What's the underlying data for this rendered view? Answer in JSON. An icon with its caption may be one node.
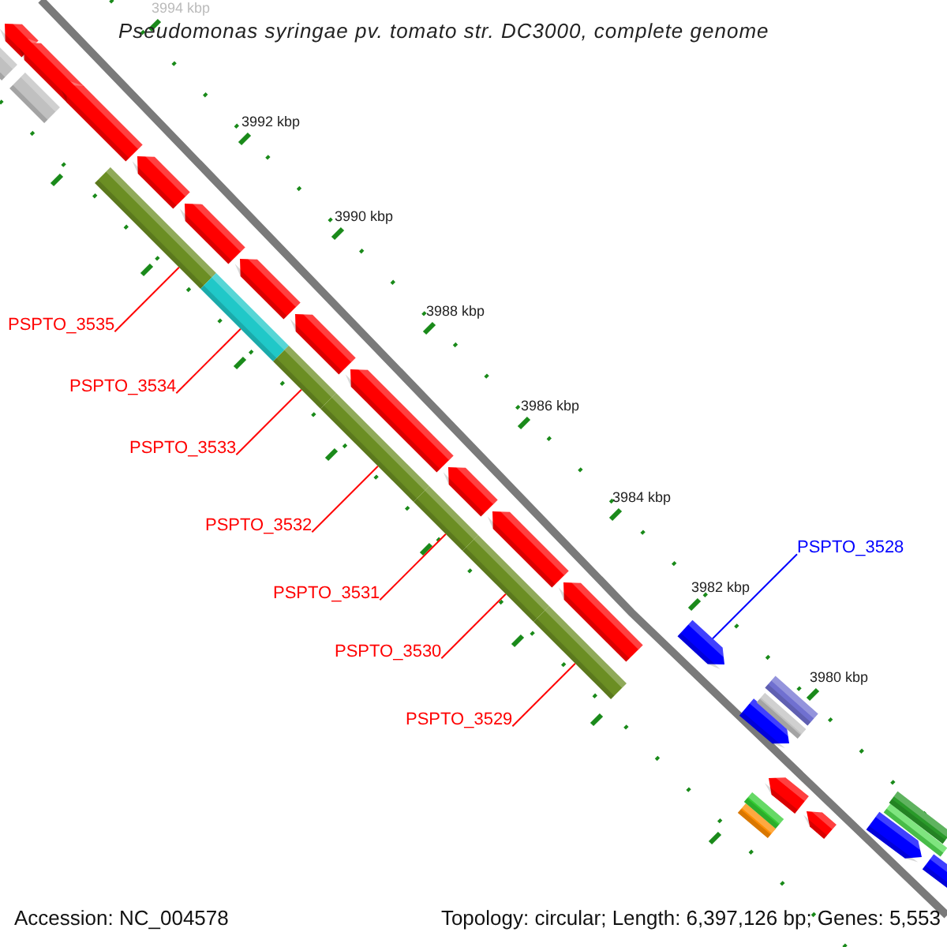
{
  "diagram": {
    "title": "Pseudomonas syringae pv. tomato str. DC3000, complete genome",
    "nodes": [
      {
        "text": [],
        "shape": "bar"
      },
      {
        "text": [],
        "shape": "bar"
      },
      {
        "text": [],
        "shape": "arrow"
      },
      {
        "text": [],
        "shape": "arrow"
      },
      {
        "text": [],
        "shape": "arrow"
      },
      {
        "text": [],
        "shape": "bar"
      },
      {
        "text": [],
        "shape": "arrow"
      },
      {
        "text": [],
        "shape": "arrow"
      },
      {
        "text": [],
        "shape": "bar"
      },
      {
        "text": [],
        "shape": "arrow"
      },
      {
        "text": [],
        "shape": "bar"
      },
      {
        "text": [],
        "shape": "arrow"
      },
      {
        "text": [],
        "shape": "bar"
      },
      {
        "text": [],
        "shape": "arrow"
      },
      {
        "text": [],
        "shape": "bar"
      },
      {
        "text": [],
        "shape": "arrow"
      },
      {
        "text": [],
        "shape": "bar"
      },
      {
        "text": [],
        "shape": "arrow"
      },
      {
        "text": [],
        "shape": "bar"
      },
      {
        "text": [],
        "shape": "arrow"
      },
      {
        "text": [],
        "shape": "arrow"
      },
      {
        "text": [],
        "shape": "bar"
      },
      {
        "text": [],
        "shape": "arrow"
      },
      {
        "text": [],
        "shape": "bar"
      },
      {
        "text": [],
        "shape": "bar"
      },
      {
        "text": [],
        "shape": "arrow"
      },
      {
        "text": [],
        "shape": "bar"
      },
      {
        "text": [],
        "shape": "arrow"
      },
      {
        "text": [],
        "shape": "arrow"
      },
      {
        "text": [],
        "shape": "bar"
      },
      {
        "text": [],
        "shape": "bar"
      },
      {
        "text": [],
        "shape": "arrow"
      },
      {
        "text": [
          "PSPTO_3535"
        ]
      },
      {
        "text": [
          "PSPTO_3534"
        ]
      },
      {
        "text": [
          "PSPTO_3533"
        ]
      },
      {
        "text": [
          "PSPTO_3532"
        ]
      },
      {
        "text": [
          "PSPTO_3528"
        ]
      },
      {
        "text": [
          "PSPTO_3531"
        ]
      },
      {
        "text": [
          "PSPTO_3530"
        ]
      },
      {
        "text": [
          "PSPTO_3529"
        ]
      }
    ],
    "edges": [
      {
        "from": 32,
        "to": 5,
        "arrow": "none"
      },
      {
        "from": 33,
        "to": 8,
        "arrow": "none"
      },
      {
        "from": 34,
        "to": 10,
        "arrow": "none"
      },
      {
        "from": 35,
        "to": 12,
        "arrow": "none"
      },
      {
        "from": 36,
        "to": 20,
        "arrow": "none",
        "color": "#0000ff"
      },
      {
        "from": 37,
        "to": 14,
        "arrow": "none"
      },
      {
        "from": 38,
        "to": 16,
        "arrow": "none"
      },
      {
        "from": 39,
        "to": 18,
        "arrow": "none"
      }
    ],
    "labels": [
      "3994 kbp",
      "3992 kbp",
      "3990 kbp",
      "3988 kbp",
      "3986 kbp",
      "3984 kbp",
      "3982 kbp",
      "3980 kbp",
      "Accession: NC_004578",
      "Topology: circular; Length: 6,397,126 bp; Genes: 5,553"
    ]
  }
}
